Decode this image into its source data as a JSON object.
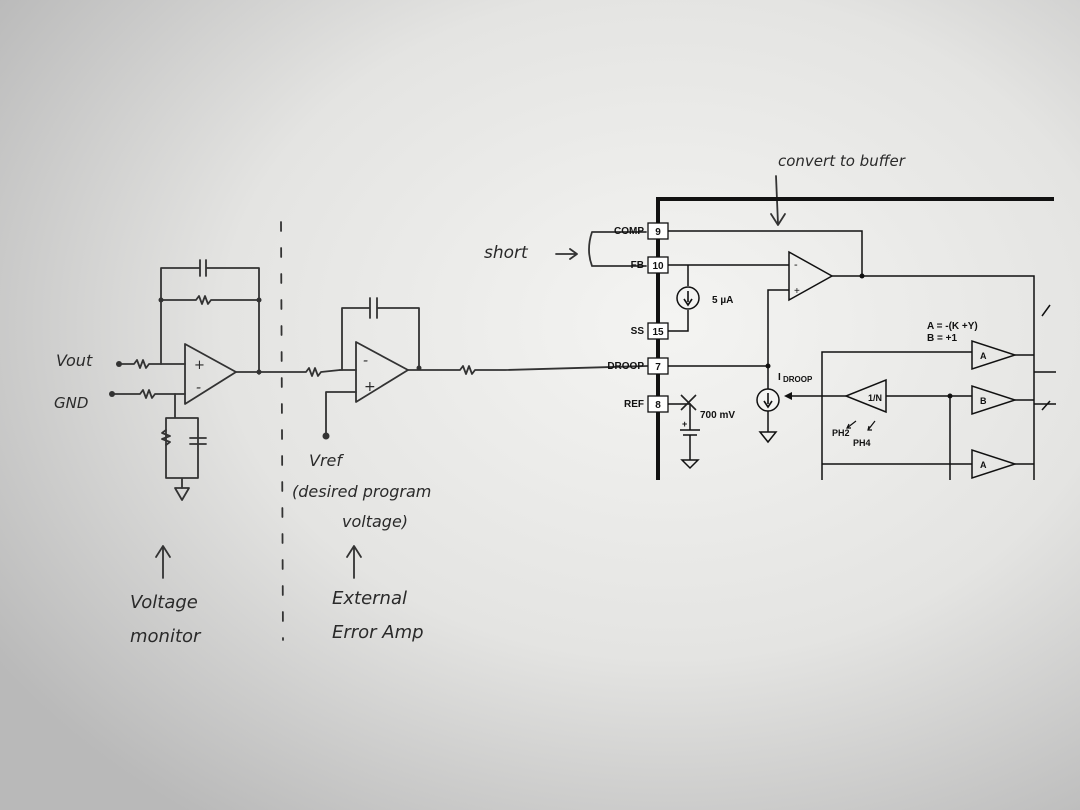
{
  "handwritten": {
    "vout": "Vout",
    "gnd": "GND",
    "vref": "Vref",
    "vref_desc_1": "(desired program",
    "vref_desc_2": "voltage)",
    "short": "short",
    "convert_to_buffer": "convert to buffer",
    "voltage_monitor_1": "Voltage",
    "voltage_monitor_2": "monitor",
    "external_error_amp_1": "External",
    "external_error_amp_2": "Error Amp",
    "opamp_plus": "+",
    "opamp_minus": "-"
  },
  "ic_pins": [
    {
      "name": "COMP",
      "number": "9"
    },
    {
      "name": "FB",
      "number": "10"
    },
    {
      "name": "SS",
      "number": "15"
    },
    {
      "name": "DROOP",
      "number": "7"
    },
    {
      "name": "REF",
      "number": "8"
    }
  ],
  "ic_labels": {
    "current_source": "5 µA",
    "ref_voltage": "700 mV",
    "idroop_main": "I",
    "idroop_sub": "DROOP",
    "divider": "1/N",
    "gain_a": "A = -(K +Y)",
    "gain_b": "B = +1",
    "amp_a": "A",
    "amp_b": "B",
    "amp_a2": "A",
    "ph2": "PH2",
    "ph4": "PH4",
    "amp_plus": "+",
    "amp_minus": "-"
  },
  "colors": {
    "paper_light": "#f4f4f2",
    "paper_dark": "#bdbdbd",
    "ink": "#333333",
    "print": "#111111"
  }
}
